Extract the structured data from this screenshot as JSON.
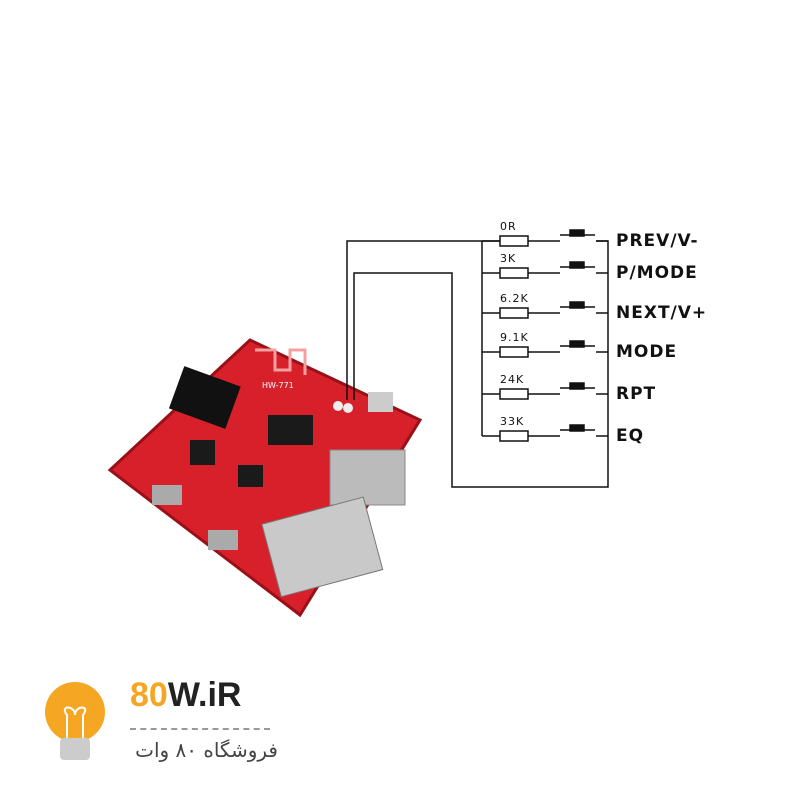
{
  "buttons": [
    {
      "resistor": "0R",
      "label": "PREV/V-"
    },
    {
      "resistor": "3K",
      "label": "P/MODE"
    },
    {
      "resistor": "6.2K",
      "label": "NEXT/V+"
    },
    {
      "resistor": "9.1K",
      "label": "MODE"
    },
    {
      "resistor": "24K",
      "label": "RPT"
    },
    {
      "resistor": "33K",
      "label": "EQ"
    }
  ],
  "board": {
    "silkscreen": "HW-771"
  },
  "logo": {
    "brand_a": "80",
    "brand_b": "W.iR",
    "tagline": "فروشگاه ۸۰ وات"
  },
  "colors": {
    "board": "#d8202a",
    "logo": "#f5a623"
  }
}
